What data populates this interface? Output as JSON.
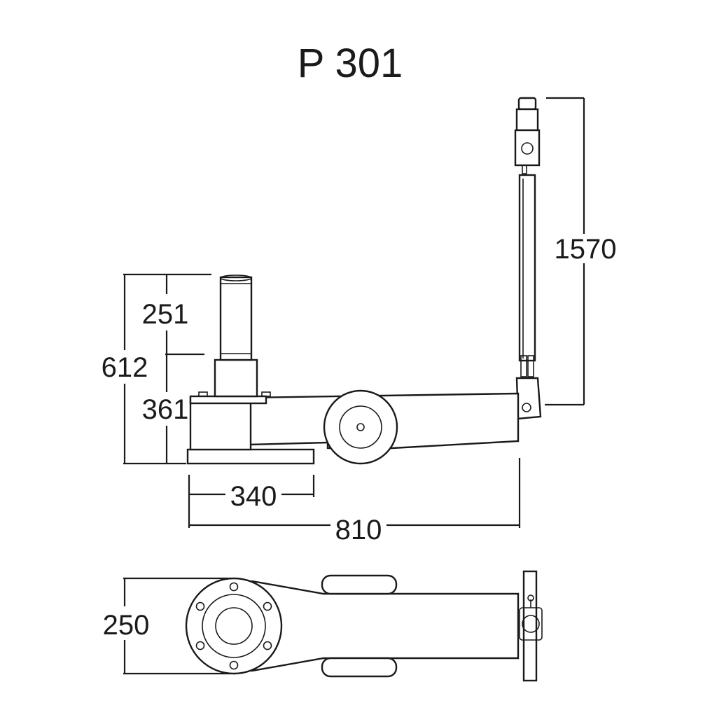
{
  "title": "P 301",
  "dimensions": {
    "handle_height": "1570",
    "ram_stroke": "251",
    "total_height": "612",
    "base_height": "361",
    "base_length": "340",
    "overall_length": "810",
    "width": "250"
  },
  "colors": {
    "line": "#1a1a1a",
    "background": "#ffffff"
  }
}
